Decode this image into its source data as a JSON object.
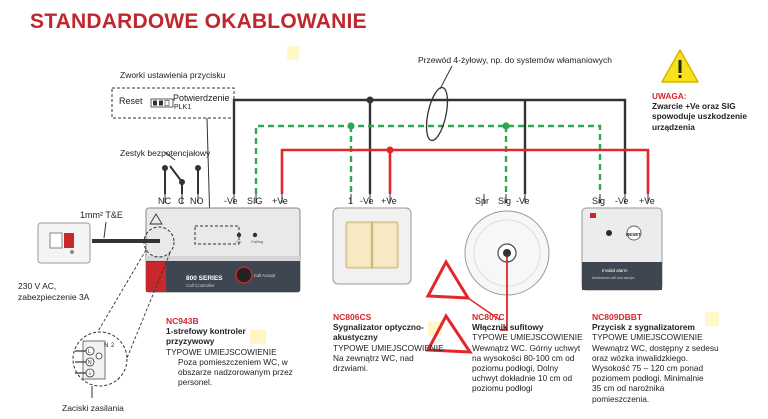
{
  "title": "STANDARDOWE OKABLOWANIE",
  "labels": {
    "jumpers": "Zworki ustawienia przycisku",
    "jumper_reset": "Reset",
    "jumper_confirm": "Potwierdzenie",
    "jumper_plk": "PLK1",
    "volt_free": "Zestyk bezpotencjałowy",
    "four_wire": "Przewód 4-żyłowy, np. do systemów włamaniowych",
    "cable": "1mm² T&E",
    "mains_line1": "230 V AC,",
    "mains_line2": "zabezpieczenie 3A",
    "power_clamps": "Zaciski zasilania"
  },
  "terminals": {
    "controller": [
      "NC",
      "C",
      "NO",
      "-Ve",
      "SIG",
      "+Ve"
    ],
    "sounder": [
      "1",
      "-Ve",
      "+Ve"
    ],
    "pull_cord": [
      "Spr",
      "Sig",
      "-Ve"
    ],
    "button": [
      "Sig",
      "-Ve",
      "+Ve"
    ],
    "mains_block": [
      "N",
      "2",
      "L",
      "N",
      "⏚"
    ]
  },
  "device_text": {
    "series": "800 SERIES",
    "series_sub": "Call Controller",
    "reset_btn": "Call Accept",
    "on": "On",
    "calling": "Calling",
    "button_reset": "RESET",
    "button_label": "Invalid alarm",
    "button_sub": "Assistance call and accept"
  },
  "warning": {
    "title": "UWAGA:",
    "lines": [
      "Zwarcie +Ve oraz SIG",
      "spowoduje uszkodzenie",
      "urządzenia"
    ]
  },
  "products": [
    {
      "code": "NC943B",
      "lines": [
        "1-strefowy kontroler",
        "przyzywowy"
      ],
      "sub": "TYPOWE UMIEJSCOWIENIE",
      "desc": [
        "Poza pomieszczeniem WC, w",
        "obszarze nadzorowanym przez",
        "personel."
      ]
    },
    {
      "code": "NC806CS",
      "lines": [
        "Sygnalizator optyczno-",
        "akustyczny"
      ],
      "sub": "TYPOWE UMIEJSCOWIENIE",
      "desc": [
        "Na zewnątrz WC, nad",
        "drzwiami."
      ]
    },
    {
      "code": "NC807C",
      "lines": [
        "Włącznik sufitowy"
      ],
      "sub": "TYPOWE UMIEJSCOWIENIE",
      "desc": [
        "Wewnątrz WC. Górny uchwyt",
        "na wysokości 80-100 cm od",
        "poziomu podłogi, Dolny",
        "uchwyt dokładnie 10 cm od",
        "poziomu podłogi"
      ]
    },
    {
      "code": "NC809DBBT",
      "lines": [
        "Przycisk z sygnalizatorem"
      ],
      "sub": "TYPOWE UMIEJSCOWIENIE",
      "desc": [
        "Wewnątrz WC, dostępny z sedesu",
        "oraz wózka inwalidzkiego.",
        "Wysokość 75 – 120 cm ponad",
        "poziomem podłogi. Minimalnie",
        "35 cm od narożnika",
        "pomieszczenia."
      ]
    }
  ],
  "colors": {
    "title": "#c0272d",
    "wire_red": "#e3262a",
    "wire_green": "#2fa84f",
    "wire_black": "#333333",
    "code_red": "#d4262c",
    "warning_yellow": "#f7e21b"
  }
}
